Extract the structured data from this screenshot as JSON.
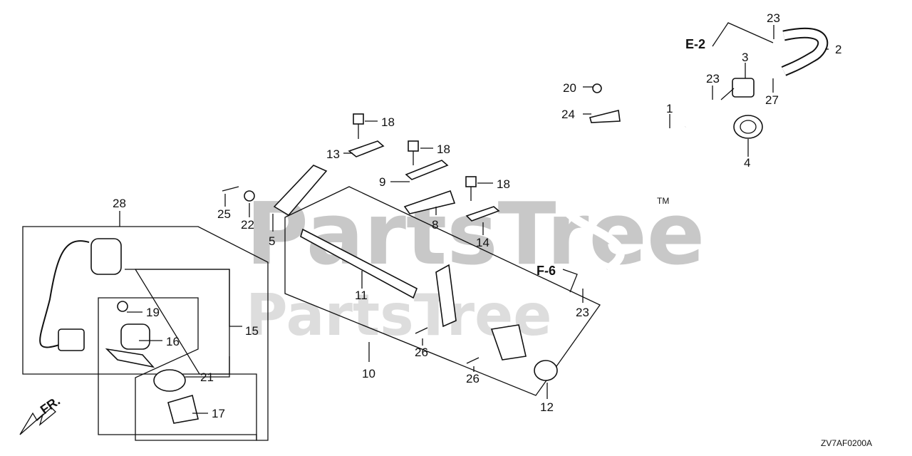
{
  "diagram": {
    "code": "ZV7AF0200A",
    "front_label": "FR.",
    "refs": {
      "e2": "E-2",
      "f6": "F-6"
    },
    "watermark": {
      "text": "PartsTree",
      "tm": "TM"
    },
    "callouts": {
      "c1": "1",
      "c2": "2",
      "c3": "3",
      "c4": "4",
      "c5": "5",
      "c8": "8",
      "c9": "9",
      "c10": "10",
      "c11": "11",
      "c12": "12",
      "c13": "13",
      "c14": "14",
      "c15": "15",
      "c16": "16",
      "c17": "17",
      "c18a": "18",
      "c18b": "18",
      "c18c": "18",
      "c19": "19",
      "c20": "20",
      "c21": "21",
      "c22": "22",
      "c23a": "23",
      "c23b": "23",
      "c23c": "23",
      "c24": "24",
      "c25": "25",
      "c26a": "26",
      "c26b": "26",
      "c27": "27",
      "c28": "28"
    }
  }
}
